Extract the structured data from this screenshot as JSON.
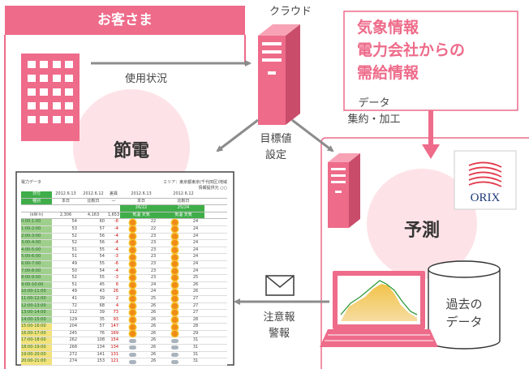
{
  "diagram": {
    "customer_title": "お客さま",
    "cloud_label": "クラウド",
    "info_box_lines": [
      "気象情報",
      "電力会社からの",
      "需給情報"
    ],
    "usage_label": "使用状況",
    "setpoint_label_lines": [
      "目標値",
      "設定"
    ],
    "data_agg_lines": [
      "データ",
      "集約・加工"
    ],
    "power_saving": "節電",
    "forecast": "予測",
    "orix_logo": "ORIX",
    "past_data_lines": [
      "過去の",
      "データ"
    ],
    "alert_label_lines": [
      "注意報",
      "警報"
    ],
    "colors": {
      "accent": "#ee6b8a",
      "soft_pink": "#fde3e7",
      "gray_arrow": "#8c8c8c",
      "green": "#2e9a3a"
    },
    "icons": [
      "building-icon",
      "server-icon",
      "laptop-icon",
      "database-icon",
      "mail-icon",
      "orix-logo"
    ]
  },
  "screen_table": {
    "title": "電力データ",
    "area_line": "エリア：東京都東京(千代田区)地域",
    "info_line": "情報提供元 ○○",
    "header_top": [
      "日付",
      "2012.6.13",
      "2012.6.12",
      "差異",
      "2012.6.13",
      "2012.6.12"
    ],
    "header_mid": [
      "種別",
      "本日",
      "比較日",
      "—",
      "本日",
      "比較日"
    ],
    "header_temp": [
      "",
      "",
      "",
      "",
      "26/22",
      "25/24"
    ],
    "header_sum": [
      "(kW·h)",
      "2,306",
      "4,163",
      "1,653",
      "気温 天気",
      "気温 天気"
    ],
    "rows": [
      {
        "t": "0:00-1:00",
        "a": "54",
        "b": "60",
        "d": "-6",
        "w1": "sun",
        "t1": "22",
        "w2": "sun",
        "t2": "24"
      },
      {
        "t": "1:00-2:00",
        "a": "53",
        "b": "57",
        "d": "-4",
        "w1": "sun",
        "t1": "22",
        "w2": "sun",
        "t2": "24"
      },
      {
        "t": "2:00-3:00",
        "a": "52",
        "b": "56",
        "d": "-4",
        "w1": "sun",
        "t1": "23",
        "w2": "sun",
        "t2": "24"
      },
      {
        "t": "3:00-4:00",
        "a": "52",
        "b": "56",
        "d": "-4",
        "w1": "sun",
        "t1": "23",
        "w2": "sun",
        "t2": "24"
      },
      {
        "t": "4:00-5:00",
        "a": "51",
        "b": "55",
        "d": "-4",
        "w1": "sun",
        "t1": "23",
        "w2": "sun",
        "t2": "24"
      },
      {
        "t": "5:00-6:00",
        "a": "51",
        "b": "54",
        "d": "-3",
        "w1": "sun",
        "t1": "23",
        "w2": "sun",
        "t2": "24"
      },
      {
        "t": "6:00-7:00",
        "a": "49",
        "b": "55",
        "d": "-6",
        "w1": "sun",
        "t1": "23",
        "w2": "sun",
        "t2": "24"
      },
      {
        "t": "7:00-8:00",
        "a": "50",
        "b": "54",
        "d": "-4",
        "w1": "sun",
        "t1": "23",
        "w2": "sun",
        "t2": "24"
      },
      {
        "t": "8:00-9:00",
        "a": "52",
        "b": "55",
        "d": "-3",
        "w1": "sun",
        "t1": "23",
        "w2": "sun",
        "t2": "25"
      },
      {
        "t": "9:00-10:00",
        "a": "51",
        "b": "45",
        "d": "6",
        "w1": "sun",
        "t1": "24",
        "w2": "sun",
        "t2": "26"
      },
      {
        "t": "10:00-11:00",
        "a": "49",
        "b": "43",
        "d": "26",
        "w1": "sun",
        "t1": "24",
        "w2": "sun",
        "t2": "26"
      },
      {
        "t": "11:00-12:00",
        "a": "41",
        "b": "39",
        "d": "2",
        "w1": "sun",
        "t1": "25",
        "w2": "sun",
        "t2": "27"
      },
      {
        "t": "12:00-13:00",
        "a": "72",
        "b": "68",
        "d": "4",
        "w1": "sun",
        "t1": "26",
        "w2": "sun",
        "t2": "27"
      },
      {
        "t": "13:00-14:00",
        "a": "112",
        "b": "39",
        "d": "73",
        "w1": "sun",
        "t1": "26",
        "w2": "sun",
        "t2": "27"
      },
      {
        "t": "14:00-15:00",
        "a": "129",
        "b": "35",
        "d": "93",
        "w1": "sun",
        "t1": "26",
        "w2": "sun",
        "t2": "28"
      },
      {
        "t": "15:00-16:00",
        "a": "204",
        "b": "57",
        "d": "147",
        "w1": "sun",
        "t1": "26",
        "w2": "sun",
        "t2": "28"
      },
      {
        "t": "16:00-17:00",
        "a": "245",
        "b": "76",
        "d": "169",
        "w1": "sun",
        "t1": "26",
        "w2": "sun",
        "t2": "29"
      },
      {
        "t": "17:00-18:00",
        "a": "262",
        "b": "108",
        "d": "154",
        "w1": "cloud",
        "t1": "26",
        "w2": "cloud",
        "t2": "31"
      },
      {
        "t": "18:00-19:00",
        "a": "268",
        "b": "134",
        "d": "134",
        "w1": "cloud",
        "t1": "26",
        "w2": "cloud",
        "t2": "31"
      },
      {
        "t": "19:00-20:00",
        "a": "272",
        "b": "141",
        "d": "131",
        "w1": "cloud",
        "t1": "26",
        "w2": "cloud",
        "t2": "31"
      },
      {
        "t": "20:00-21:00",
        "a": "274",
        "b": "153",
        "d": "121",
        "w1": "cloud",
        "t1": "26",
        "w2": "cloud",
        "t2": "31"
      }
    ]
  }
}
